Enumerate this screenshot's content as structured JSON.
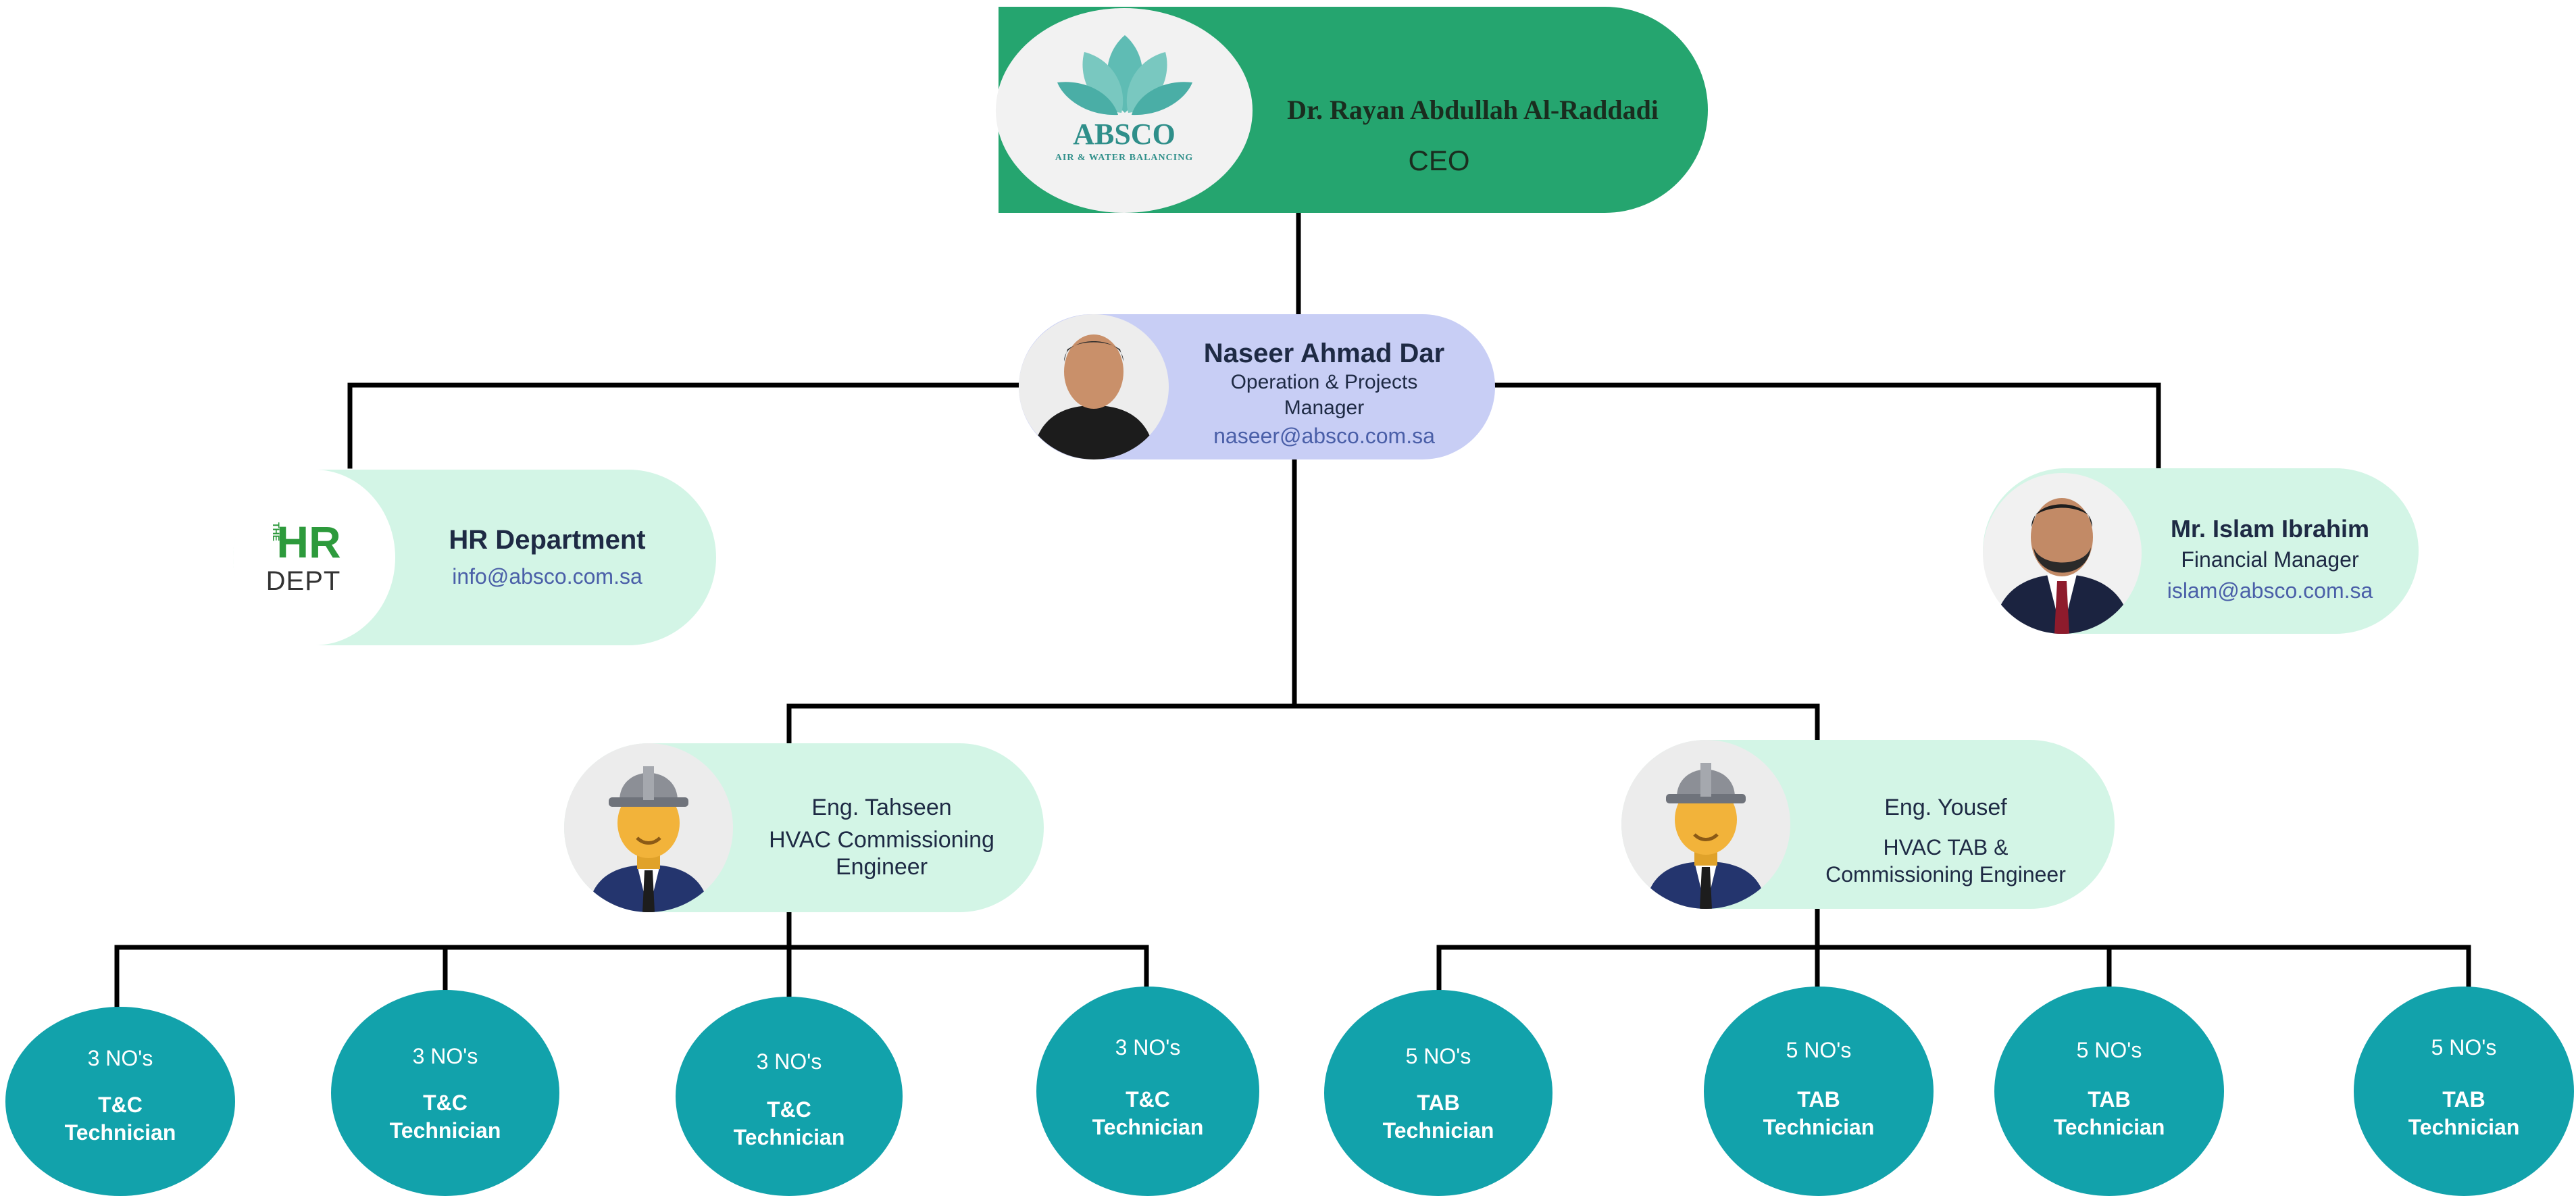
{
  "ceo": {
    "logo_text": "ABSCO",
    "logo_subtext": "AIR & WATER BALANCING",
    "name": "Dr. Rayan Abdullah Al-Raddadi",
    "title": "CEO"
  },
  "ops_manager": {
    "name": "Naseer Ahmad Dar",
    "title_line1": "Operation & Projects",
    "title_line2": "Manager",
    "email": "naseer@absco.com.sa"
  },
  "hr": {
    "logo_the": "THE",
    "logo_hr": "HR",
    "logo_dept": "DEPT",
    "name": "HR Department",
    "email": "info@absco.com.sa"
  },
  "finance": {
    "name": "Mr. Islam Ibrahim",
    "title": "Financial Manager",
    "email": "islam@absco.com.sa"
  },
  "eng_tahseen": {
    "name": "Eng. Tahseen",
    "title_line1": "HVAC Commissioning",
    "title_line2": "Engineer"
  },
  "eng_yousef": {
    "name": "Eng. Yousef",
    "title_line1": "HVAC TAB &",
    "title_line2": "Commissioning Engineer"
  },
  "technicians": [
    {
      "count": "3 NO's",
      "role": "T&C",
      "role2": "Technician"
    },
    {
      "count": "3 NO's",
      "role": "T&C",
      "role2": "Technician"
    },
    {
      "count": "3 NO's",
      "role": "T&C",
      "role2": "Technician"
    },
    {
      "count": "3 NO's",
      "role": "T&C",
      "role2": "Technician"
    },
    {
      "count": "5 NO's",
      "role": "TAB",
      "role2": "Technician"
    },
    {
      "count": "5 NO's",
      "role": "TAB",
      "role2": "Technician"
    },
    {
      "count": "5 NO's",
      "role": "TAB",
      "role2": "Technician"
    },
    {
      "count": "5 NO's",
      "role": "TAB",
      "role2": "Technician"
    }
  ],
  "colors": {
    "ceo_green": "#25a56f",
    "ops_lavender": "#c8cef5",
    "mint": "#d3f5e6",
    "teal": "#12a2ab",
    "hr_green": "#2d9a3c",
    "connector": "#000000"
  },
  "icons": [
    "absco-lotus-logo",
    "hr-dept-logo",
    "naseer-photo",
    "islam-photo",
    "engineer-hardhat-icon"
  ]
}
